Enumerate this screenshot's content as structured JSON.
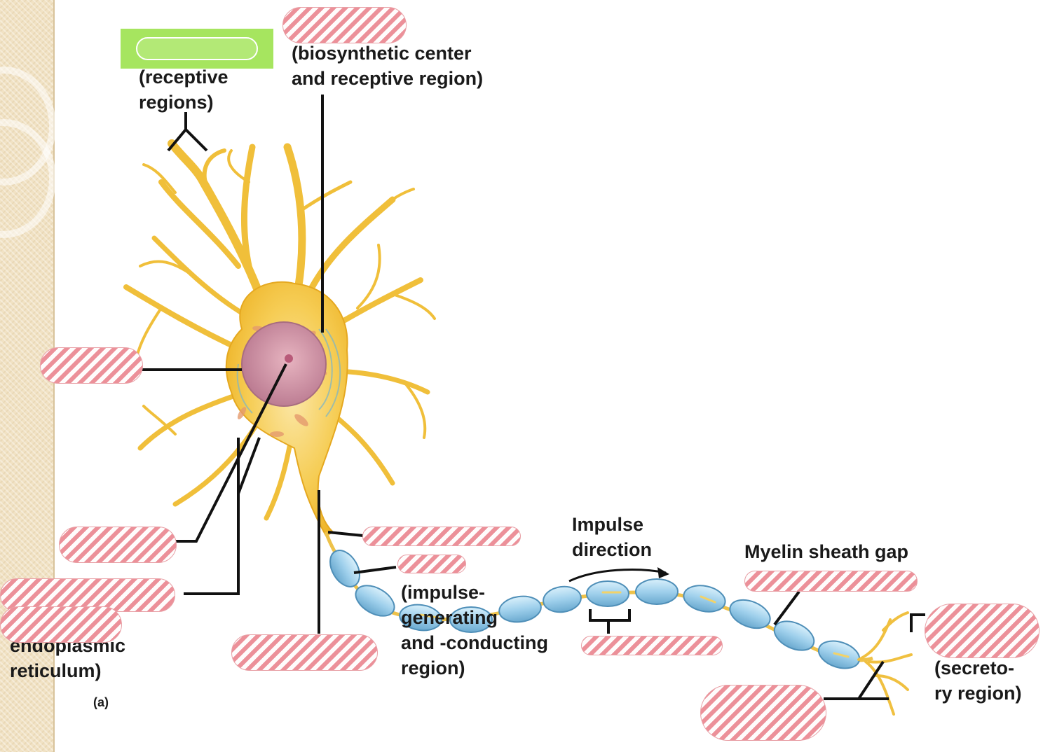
{
  "labels": {
    "dendrites_note": "(receptive\nregions)",
    "cell_body_note": "(biosynthetic center\nand receptive region)",
    "rough_er": "(rough\nendoplasmic\nreticulum)",
    "part_a": "(a)",
    "axon_note": "(impulse-\ngenerating\nand -conducting\nregion)",
    "impulse_direction": "Impulse\ndirection",
    "myelin_gap": "Myelin sheath gap",
    "terminals_note": "(secreto-\nry region)"
  },
  "colors": {
    "neuron_body": "#f3c23d",
    "nucleus": "#c98aa0",
    "myelin": "#9fd0ec",
    "hidden_label_fill": "#f08a96",
    "revealed_label": "#a6e55f"
  }
}
